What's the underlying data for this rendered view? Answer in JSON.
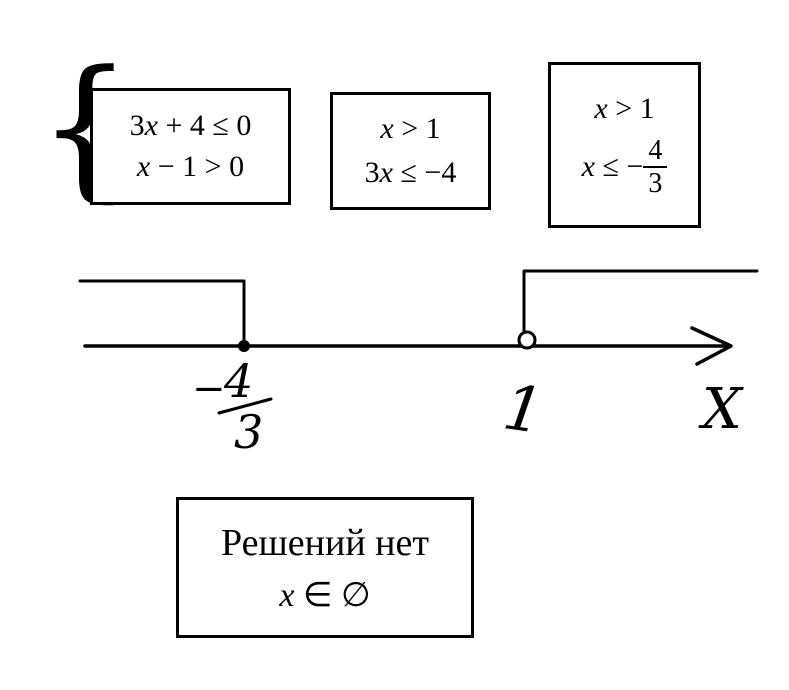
{
  "colors": {
    "ink": "#000000",
    "background": "#ffffff"
  },
  "system_box": {
    "brace": "{",
    "line1": {
      "coef": "3",
      "var": "x",
      "rest": " + 4 ≤ 0"
    },
    "line2": {
      "var": "x",
      "rest": " − 1 > 0"
    }
  },
  "step2_box": {
    "line1": {
      "var": "x",
      "rest": " > 1"
    },
    "line2": {
      "coef": "3",
      "var": "x",
      "rest": " ≤ −4"
    }
  },
  "step3_box": {
    "line1": {
      "var": "x",
      "rest": " > 1"
    },
    "line2": {
      "var": "x",
      "op": " ≤ −",
      "frac_num": "4",
      "frac_den": "3"
    }
  },
  "number_line": {
    "left_point": {
      "sign": "−",
      "numerator": "4",
      "denominator": "3"
    },
    "right_point_label": "1",
    "axis_label": "X"
  },
  "answer_box": {
    "line1": "Решений нет",
    "line2": {
      "var": "x",
      "rest": " ∈ ∅"
    }
  }
}
